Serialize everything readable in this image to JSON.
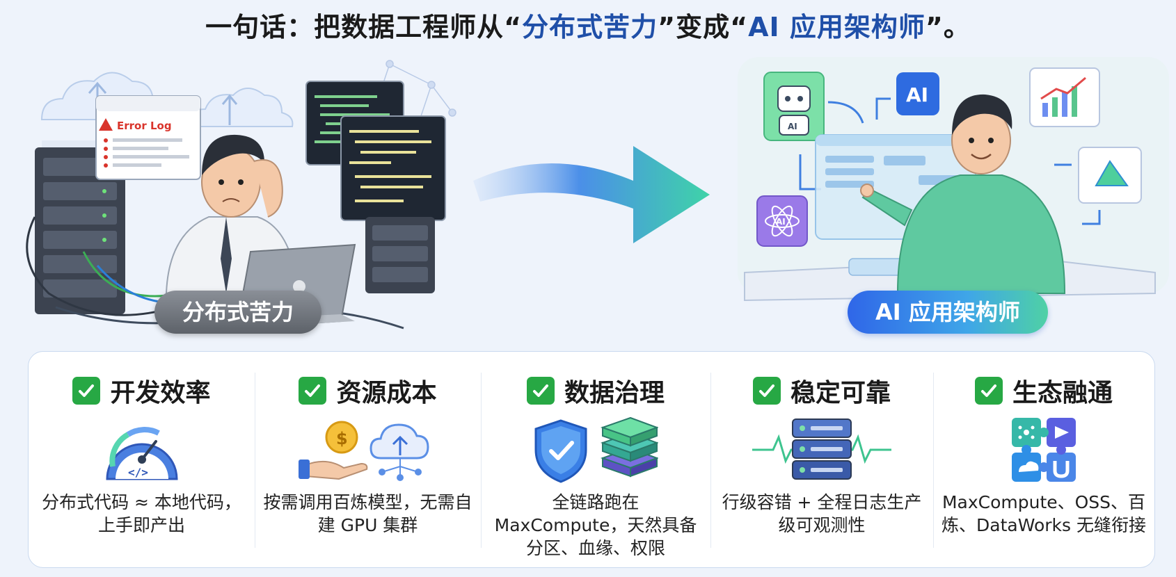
{
  "title": {
    "prefix": "一句话：把数据工程师从“",
    "hl1": "分布式苦力",
    "mid": "”变成“",
    "hl2": "AI 应用架构师",
    "suffix": "”。"
  },
  "left_scene": {
    "label": "分布式苦力",
    "error_label": "Error Log",
    "laptop_brand": "apple-logo"
  },
  "right_scene": {
    "label": "AI 应用架构师",
    "ai_badge": "AI",
    "robot_badge": "AI",
    "atom_badge": "AI"
  },
  "features": [
    {
      "title": "开发效率",
      "desc": "分布式代码 ≈ 本地代码，上手即产出",
      "icon": "speedometer-code-icon"
    },
    {
      "title": "资源成本",
      "desc": "按需调用百炼模型，无需自建 GPU 集群",
      "icon": "coin-cloud-icon"
    },
    {
      "title": "数据治理",
      "desc": "全链路跑在 MaxCompute，天然具备分区、血缘、权限",
      "icon": "shield-database-icon"
    },
    {
      "title": "稳定可靠",
      "desc": "行级容错 + 全程日志生产级可观测性",
      "icon": "server-pulse-icon"
    },
    {
      "title": "生态融通",
      "desc": "MaxCompute、OSS、百炼、DataWorks 无缝衔接",
      "icon": "puzzle-icon"
    }
  ],
  "colors": {
    "accent": "#1f4fa8",
    "check": "#27a844",
    "panel_border": "#c9d9ef"
  }
}
